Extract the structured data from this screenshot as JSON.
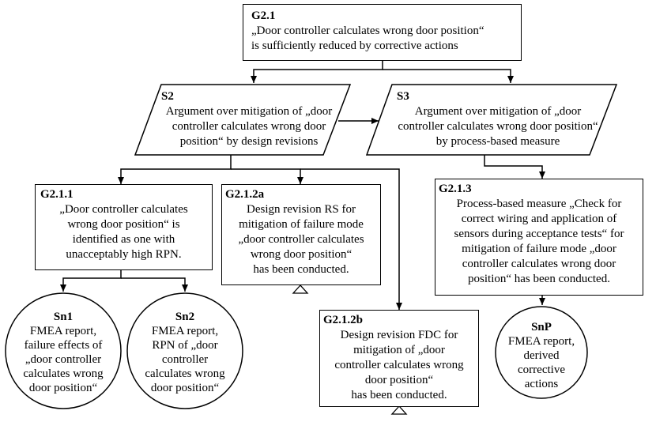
{
  "nodes": {
    "g21": {
      "id": "G2.1",
      "text": "„Door controller calculates wrong door position“\nis sufficiently reduced by corrective actions"
    },
    "s2": {
      "id": "S2",
      "text": "Argument over mitigation of „door\ncontroller calculates wrong door\nposition“ by design revisions"
    },
    "s3": {
      "id": "S3",
      "text": "Argument over mitigation of „door\ncontroller calculates wrong door position“\nby process-based measure"
    },
    "g211": {
      "id": "G2.1.1",
      "text": "„Door controller calculates\nwrong door position“ is\nidentified as one with\nunacceptably high RPN."
    },
    "g212a": {
      "id": "G2.1.2a",
      "text": "Design revision RS for\nmitigation of failure mode\n„door controller calculates\nwrong door position“\nhas been conducted."
    },
    "g212b": {
      "id": "G2.1.2b",
      "text": "Design revision FDC for\nmitigation of „door\ncontroller calculates wrong\ndoor position“\nhas been conducted."
    },
    "g213": {
      "id": "G2.1.3",
      "text": "Process-based measure „Check for\ncorrect wiring and application of\nsensors during acceptance tests“ for\nmitigation of failure mode „door\ncontroller calculates wrong door\nposition“ has been conducted."
    },
    "sn1": {
      "id": "Sn1",
      "text": "FMEA report,\nfailure effects of\n„door controller\ncalculates wrong\ndoor position“"
    },
    "sn2": {
      "id": "Sn2",
      "text": "FMEA report,\nRPN of „door\ncontroller\ncalculates wrong\ndoor position“"
    },
    "snp": {
      "id": "SnP",
      "text": "FMEA report,\nderived\ncorrective\nactions"
    }
  },
  "undeveloped": [
    "G2.1.2a",
    "G2.1.2b"
  ]
}
